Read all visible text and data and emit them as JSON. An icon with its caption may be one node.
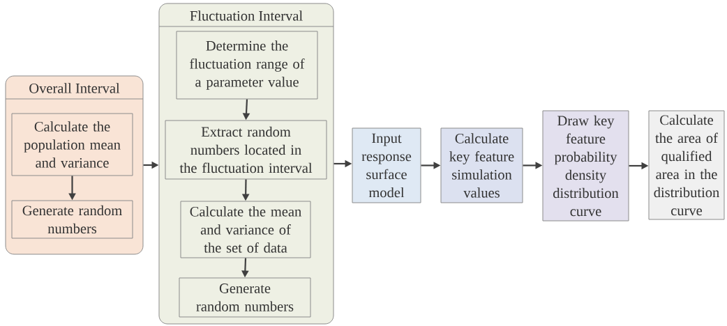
{
  "diagram": {
    "nodes": [
      {
        "text": [
          "Overall Interval"
        ]
      },
      {
        "text": [
          "Calculate the population mean and variance"
        ],
        "in": 0
      },
      {
        "text": [
          "Generate random numbers"
        ],
        "in": 0
      },
      {
        "text": [
          "Fluctuation Interval"
        ]
      },
      {
        "text": [
          "Determine the fluctuation range of a parameter value"
        ],
        "in": 3
      },
      {
        "text": [
          "Extract random numbers located in the fluctuation interval"
        ],
        "in": 3
      },
      {
        "text": [
          "Calculate the mean and variance of the set of data"
        ],
        "in": 3
      },
      {
        "text": [
          "Generate random numbers"
        ],
        "in": 3
      },
      {
        "text": [
          "Input response surface model"
        ]
      },
      {
        "text": [
          "Calculate key feature simulation values"
        ]
      },
      {
        "text": [
          "Draw key feature probability density distribution curve"
        ]
      },
      {
        "text": [
          "Calculate the area of qualified area in the distribution curve"
        ]
      }
    ],
    "edges": [
      {
        "from": 1,
        "to": 2,
        "arrow": "to"
      },
      {
        "from": 0,
        "to": 3,
        "arrow": "to"
      },
      {
        "from": 4,
        "to": 5,
        "arrow": "to"
      },
      {
        "from": 5,
        "to": 6,
        "arrow": "to"
      },
      {
        "from": 6,
        "to": 7,
        "arrow": "to"
      },
      {
        "from": 3,
        "to": 8,
        "arrow": "to"
      },
      {
        "from": 8,
        "to": 9,
        "arrow": "to"
      },
      {
        "from": 9,
        "to": 10,
        "arrow": "to"
      },
      {
        "from": 10,
        "to": 11,
        "arrow": "to"
      }
    ]
  }
}
